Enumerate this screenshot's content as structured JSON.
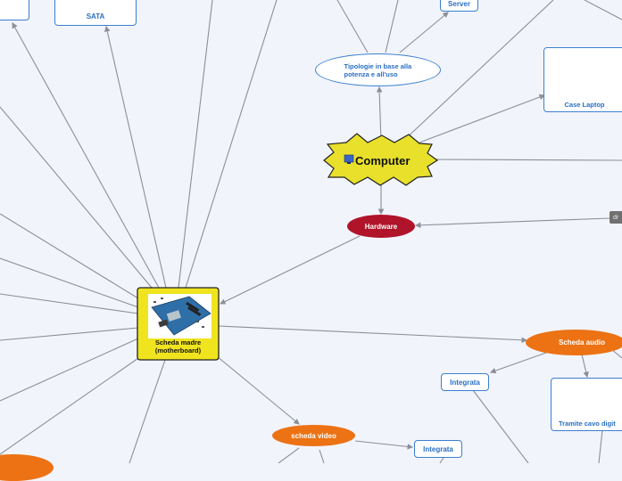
{
  "central": {
    "label": "Computer",
    "icon": "monitor-icon"
  },
  "nodes": {
    "hardware": "Hardware",
    "tipologie": "Tipologie in base alla potenza e all'uso",
    "server": "Server",
    "case_laptop": "Case Laptop",
    "sata": "SATA",
    "scheda_madre": "Scheda madre (motherboard)",
    "scheda_video": "scheda video",
    "integrata_video": "Integrata",
    "scheda_audio": "Scheda audio",
    "integrata_audio": "Integrata",
    "tramite_cavo": "Tramite cavo digit",
    "tag_right": "dr"
  },
  "colors": {
    "background": "#f2f4fc",
    "connector": "#8a8f99",
    "central_fill": "#e8e02a",
    "box_border": "#3b7fd0",
    "orange": "#ec7214",
    "red": "#b0142a",
    "text_blue": "#2a6fc4"
  }
}
